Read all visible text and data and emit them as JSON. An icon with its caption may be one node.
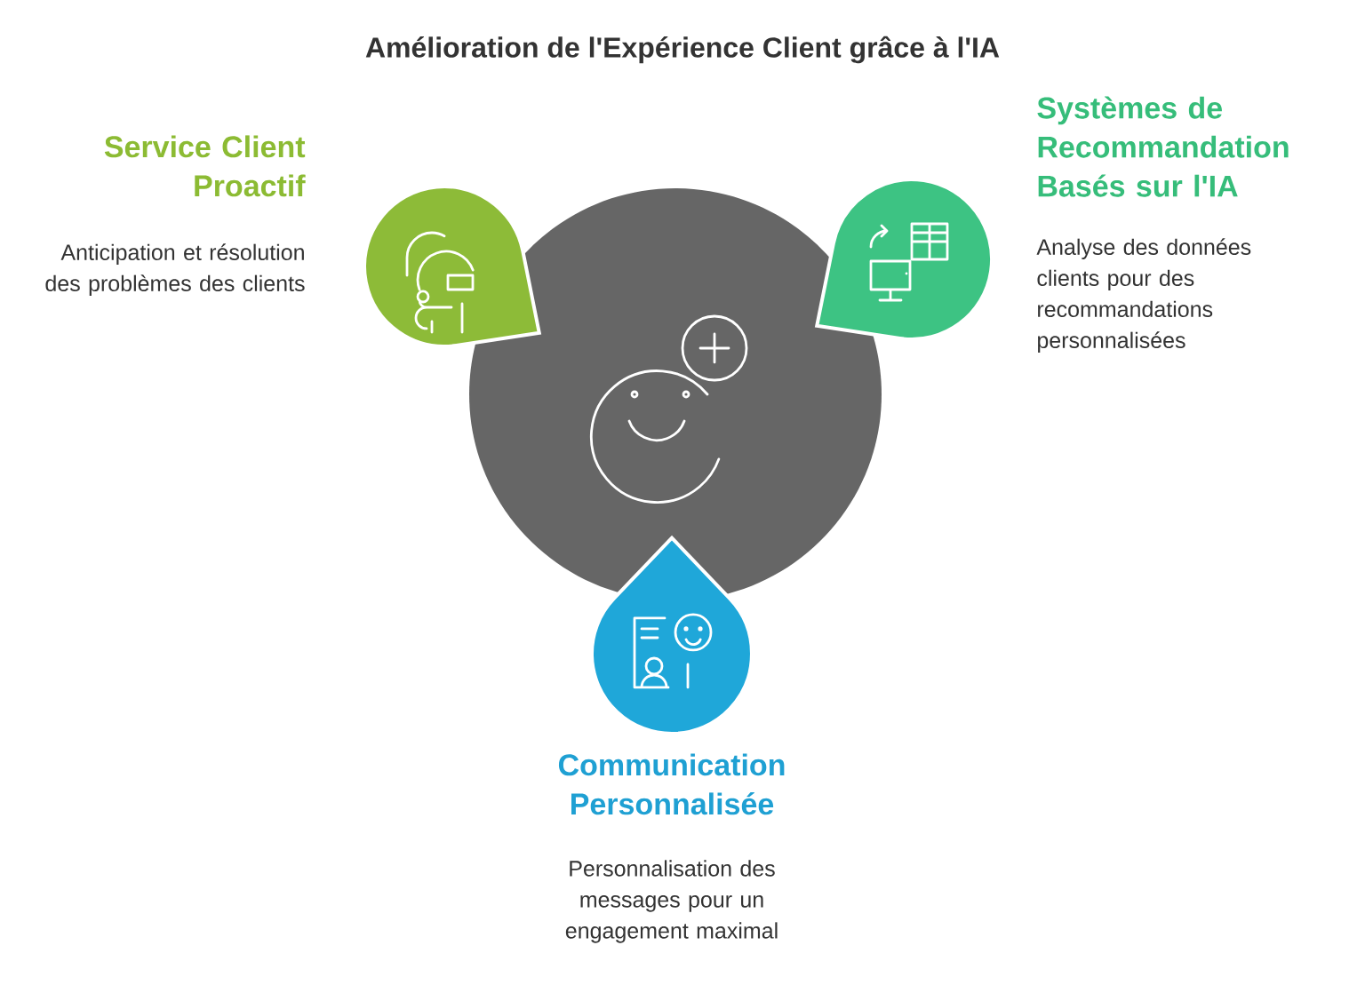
{
  "diagram": {
    "title": "Amélioration de l'Expérience Client grâce à l'IA",
    "nodes": [
      {
        "text": [],
        "shape": "circle"
      },
      {
        "text": [
          "Service Client Proactif",
          "Anticipation et résolution des problèmes des clients"
        ]
      },
      {
        "text": [
          "Systèmes de Recommandation Basés sur l'IA",
          "Analyse des données clients pour des recommandations personnalisées"
        ]
      },
      {
        "text": [
          "Communication Personnalisée",
          "Personnalisation des messages pour un engagement maximal"
        ]
      }
    ]
  }
}
